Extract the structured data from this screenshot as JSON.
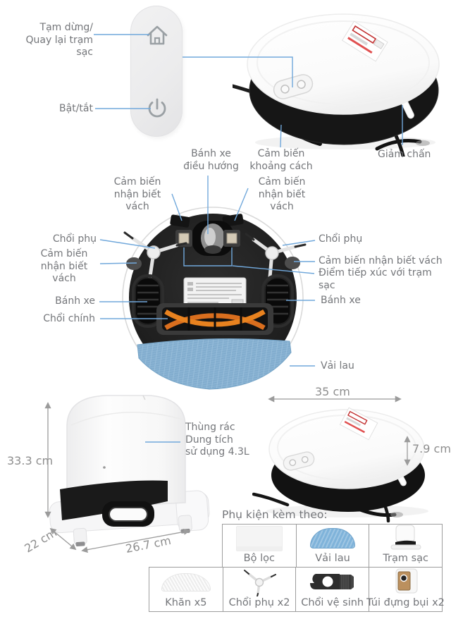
{
  "colors": {
    "accent_line": "#71a8db",
    "label_text": "#74767a",
    "dimension_text": "#8e8e8e",
    "mop_blue": "#7fb3da",
    "brush_orange": "#e07a20"
  },
  "control_panel": {
    "home_button_label": "Tạm dừng/\nQuay lại trạm sạc",
    "power_button_label": "Bật/tắt"
  },
  "top_view_labels": {
    "caster_wheel": "Bánh xe\nđiều hướng",
    "distance_sensor": "Cảm biến\nkhoảng cách",
    "bumper": "Giảm chấn"
  },
  "bottom_view_labels": {
    "cliff_front_left": "Cảm biến\nnhận biết vách",
    "cliff_front_right": "Cảm biến\nnhận biết vách",
    "side_brush_left": "Chổi phụ",
    "cliff_left": "Cảm biến\nnhận biết vách",
    "wheel_left": "Bánh xe",
    "main_brush": "Chổi chính",
    "side_brush_right": "Chổi phụ",
    "cliff_right": "Cảm biến nhận biết vách",
    "dock_contact": "Điểm tiếp xúc với trạm sạc",
    "wheel_right": "Bánh xe",
    "mop_cloth": "Vải lau"
  },
  "dock": {
    "dustbin_label": "Thùng rác\nDung tích\nsử dụng 4.3L",
    "height": "33.3 cm",
    "depth": "22 cm",
    "width": "26.7 cm"
  },
  "robot_dimensions": {
    "width": "35 cm",
    "height": "7.9 cm"
  },
  "accessories": {
    "heading": "Phụ kiện kèm theo:",
    "row1": [
      {
        "label": "Bộ lọc",
        "icon": "filter-icon"
      },
      {
        "label": "Vải lau",
        "icon": "mop-cloth-icon"
      },
      {
        "label": "Trạm sạc",
        "icon": "dock-icon"
      }
    ],
    "row2": [
      {
        "label": "Khăn x5",
        "icon": "cloth-icon"
      },
      {
        "label": "Chổi phụ x2",
        "icon": "side-brush-icon"
      },
      {
        "label": "Chổi vệ sinh",
        "icon": "cleaning-brush-icon"
      },
      {
        "label": "Túi đựng bụi x2",
        "icon": "dust-bag-icon"
      }
    ]
  }
}
